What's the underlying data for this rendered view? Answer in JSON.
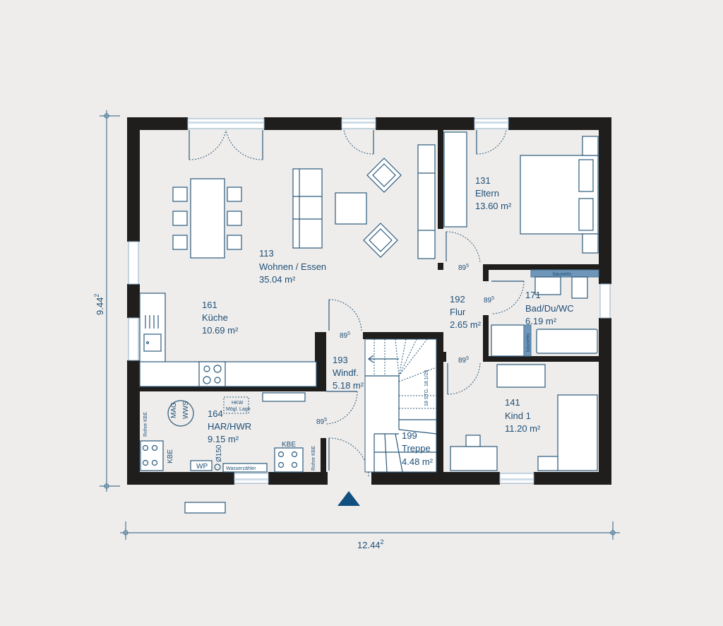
{
  "plan": {
    "dimensions": {
      "width_label": "12.44",
      "width_sup": "2",
      "height_label": "9.44",
      "height_sup": "2"
    },
    "rooms": [
      {
        "id": "113",
        "name": "Wohnen / Essen",
        "area": "35.04 m²"
      },
      {
        "id": "131",
        "name": "Eltern",
        "area": "13.60 m²"
      },
      {
        "id": "161",
        "name": "Küche",
        "area": "10.69 m²"
      },
      {
        "id": "192",
        "name": "Flur",
        "area": "2.65 m²"
      },
      {
        "id": "171",
        "name": "Bad/Du/WC",
        "area": "6.19 m²"
      },
      {
        "id": "193",
        "name": "Windf.",
        "area": "5.18 m²"
      },
      {
        "id": "164",
        "name": "HAR/HWR",
        "area": "9.15 m²"
      },
      {
        "id": "199",
        "name": "Treppe",
        "area": "4.48 m²"
      },
      {
        "id": "141",
        "name": "Kind 1",
        "area": "11.20 m²"
      }
    ],
    "door_widths": {
      "value": "89",
      "sup": "5"
    },
    "annotations": {
      "stairs": "18 STG. 18.1/25",
      "bauseits": "bauseits",
      "mag": "MAG",
      "wws": "WWS",
      "hkw_line1": "HKW",
      "hkw_line2": "Mögl. Lage",
      "rohre_kbe": "Rohre KBE",
      "kbe": "KBE",
      "wp": "WP",
      "pipe": "Ø150",
      "wasserzaehler": "Wasserzähler"
    },
    "colors": {
      "wall": "#201e1c",
      "line": "#2b5a7c",
      "text": "#1d4f78",
      "background": "#efedeb",
      "entrance_marker": "#11507e"
    }
  }
}
